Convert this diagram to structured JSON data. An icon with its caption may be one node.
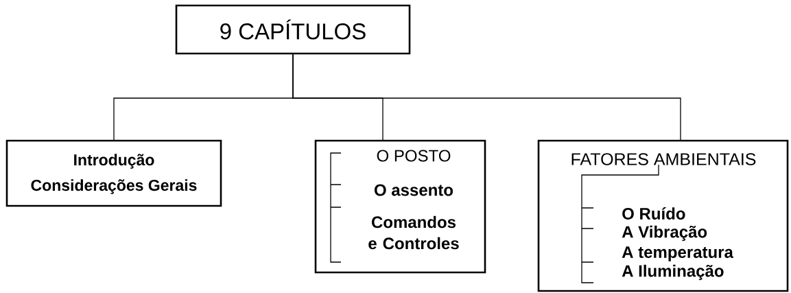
{
  "diagram": {
    "nodes": [
      {
        "text": [
          "9 CAPÍTULOS"
        ]
      },
      {
        "text": [
          "Introdução",
          "Considerações Gerais"
        ]
      },
      {
        "text": [
          "O POSTO",
          "O assento",
          "Comandos e Controles"
        ]
      },
      {
        "text": [
          "FATORES AMBIENTAIS",
          "O  Ruído",
          "A Vibração",
          "A temperatura",
          "A Iluminação"
        ]
      }
    ],
    "edges": [
      {
        "from": 0,
        "to": 1,
        "arrow": "none"
      },
      {
        "from": 0,
        "to": 2,
        "arrow": "none"
      },
      {
        "from": 0,
        "to": 3,
        "arrow": "none"
      }
    ]
  }
}
